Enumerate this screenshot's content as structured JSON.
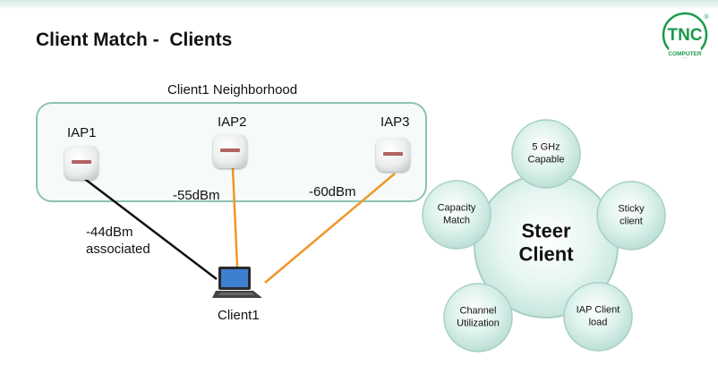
{
  "slide": {
    "title": "Client Match -  Clients"
  },
  "logo": {
    "name": "TNC",
    "sub": "COMPUTER",
    "mark": "®",
    "color": "#1a9a4a"
  },
  "diagram": {
    "neighborhood_label": "Client1 Neighborhood",
    "access_points": [
      {
        "label": "IAP1"
      },
      {
        "label": "IAP2"
      },
      {
        "label": "IAP3"
      }
    ],
    "client_label": "Client1",
    "links": [
      {
        "from": "IAP1",
        "to": "Client1",
        "signal": "-44dBm",
        "status": "associated",
        "color": "#111111"
      },
      {
        "from": "IAP2",
        "to": "Client1",
        "signal": "-55dBm",
        "status": "",
        "color": "#f0962a"
      },
      {
        "from": "IAP3",
        "to": "Client1",
        "signal": "-60dBm",
        "status": "",
        "color": "#f0962a"
      }
    ]
  },
  "steer_wheel": {
    "center_line1": "Steer",
    "center_line2": "Client",
    "satellites": [
      {
        "line1": "5 GHz",
        "line2": "Capable"
      },
      {
        "line1": "Sticky",
        "line2": "client"
      },
      {
        "line1": "IAP Client",
        "line2": "load"
      },
      {
        "line1": "Channel",
        "line2": "Utilization"
      },
      {
        "line1": "Capacity",
        "line2": "Match"
      }
    ],
    "colors": {
      "fill": "#cfeee6",
      "stroke": "#a6cfc4"
    }
  }
}
